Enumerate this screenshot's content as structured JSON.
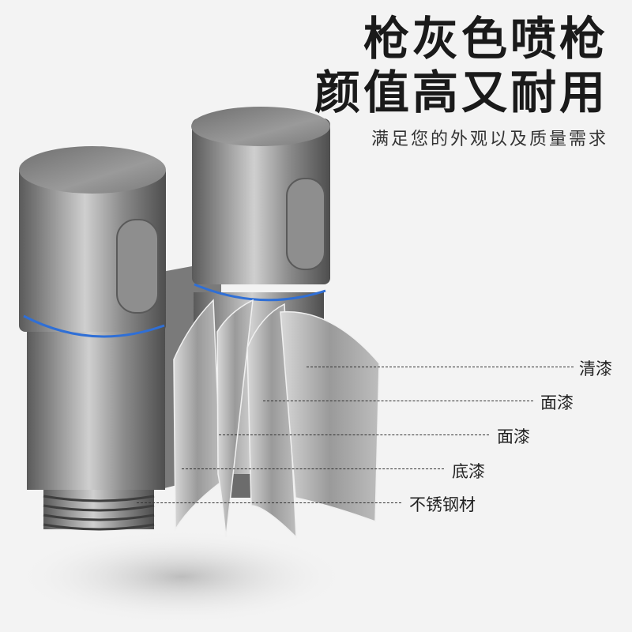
{
  "headline": {
    "line1": "枪灰色喷枪",
    "line2": "颜值高又耐用",
    "subtitle": "满足您的外观以及质量需求"
  },
  "product": {
    "name": "gunmetal-gray-angle-valve",
    "accent_ring_color": "#2f6fd6",
    "metal_color": "#8a8a8a"
  },
  "layers": [
    {
      "label": "清漆"
    },
    {
      "label": "面漆"
    },
    {
      "label": "面漆"
    },
    {
      "label": "底漆"
    },
    {
      "label": "不锈钢材"
    }
  ]
}
